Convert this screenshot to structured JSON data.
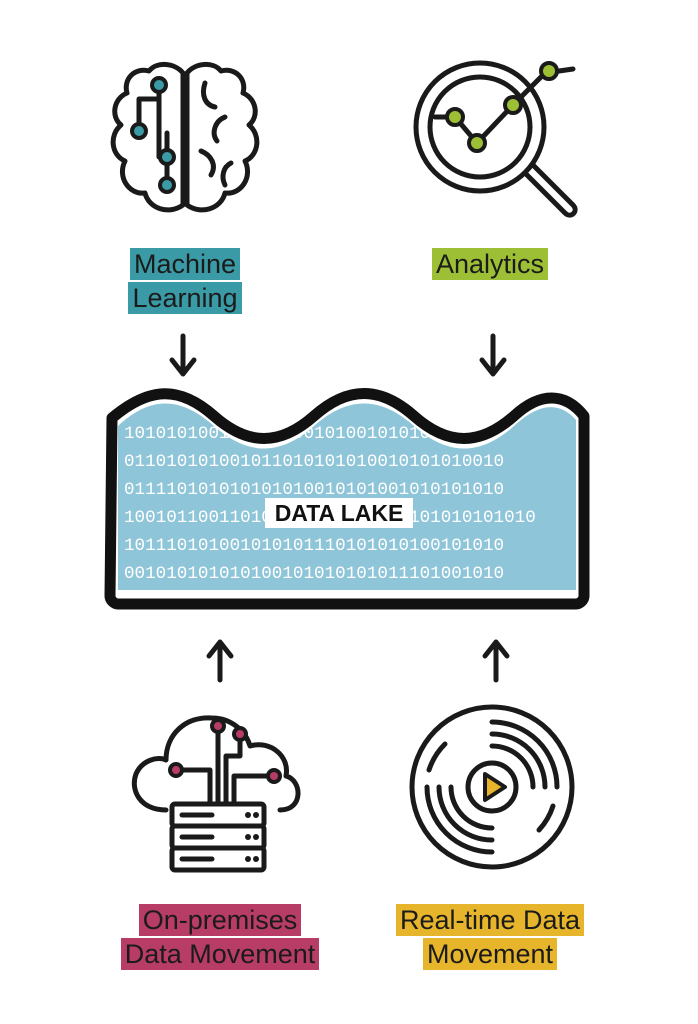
{
  "nodes": {
    "machine_learning": {
      "lines": [
        "Machine",
        "Learning"
      ],
      "color": "#3a9ba6"
    },
    "analytics": {
      "lines": [
        "Analytics"
      ],
      "color": "#9dbf36"
    },
    "on_premises": {
      "lines": [
        "On-premises",
        "Data Movement"
      ],
      "color": "#b73c66"
    },
    "real_time": {
      "lines": [
        "Real-time Data",
        "Movement"
      ],
      "color": "#e7b52b"
    }
  },
  "lake": {
    "title": "DATA LAKE",
    "water_color": "#8ec5d8",
    "binary_rows": [
      "101010100101010100101001010100101",
      "011010101001011010101010010101010010",
      "011110101010101010010101001010101010",
      "100101100110101010101010010101010101010",
      "101110101001010101110101010100101010",
      "001010101010100101010101011101001010"
    ]
  }
}
